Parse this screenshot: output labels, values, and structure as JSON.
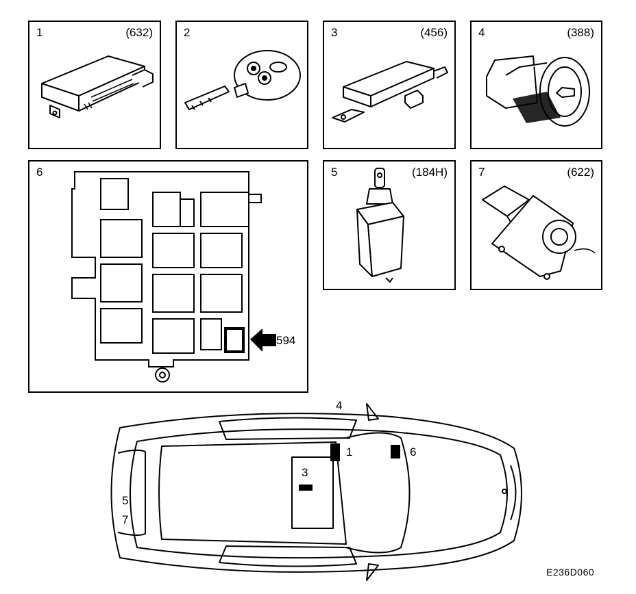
{
  "panels": [
    {
      "num": "1",
      "code": "(632)"
    },
    {
      "num": "2",
      "code": ""
    },
    {
      "num": "3",
      "code": "(456)"
    },
    {
      "num": "4",
      "code": "(388)"
    },
    {
      "num": "6",
      "code": ""
    },
    {
      "num": "5",
      "code": "(184H)"
    },
    {
      "num": "7",
      "code": "(622)"
    }
  ],
  "fusebox": {
    "callout": "594"
  },
  "car": {
    "label_4": "4",
    "label_1": "1",
    "label_6": "6",
    "label_3": "3",
    "label_5": "5",
    "label_7": "7"
  },
  "figure_ref": "E236D060"
}
